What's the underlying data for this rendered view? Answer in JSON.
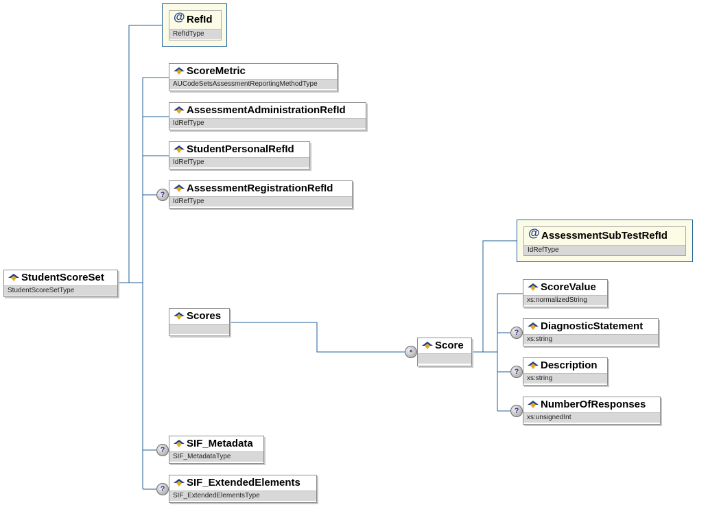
{
  "root": {
    "name": "StudentScoreSet",
    "type": "StudentScoreSetType"
  },
  "attributes": [
    {
      "name": "RefId",
      "type": "RefIdType"
    }
  ],
  "children": [
    {
      "name": "ScoreMetric",
      "type": "AUCodeSetsAssessmentReportingMethodType"
    },
    {
      "name": "AssessmentAdministrationRefId",
      "type": "IdRefType"
    },
    {
      "name": "StudentPersonalRefId",
      "type": "IdRefType"
    },
    {
      "name": "AssessmentRegistrationRefId",
      "type": "IdRefType",
      "occurrence": "?"
    },
    {
      "name": "Scores",
      "type": ""
    },
    {
      "name": "SIF_Metadata",
      "type": "SIF_MetadataType",
      "occurrence": "?"
    },
    {
      "name": "SIF_ExtendedElements",
      "type": "SIF_ExtendedElementsType",
      "occurrence": "?"
    }
  ],
  "score": {
    "name": "Score",
    "type": "",
    "occurrence": "*",
    "attributes": [
      {
        "name": "AssessmentSubTestRefId",
        "type": "IdRefType"
      }
    ],
    "children": [
      {
        "name": "ScoreValue",
        "type": "xs:normalizedString"
      },
      {
        "name": "DiagnosticStatement",
        "type": "xs:string",
        "occurrence": "?"
      },
      {
        "name": "Description",
        "type": "xs:string",
        "occurrence": "?"
      },
      {
        "name": "NumberOfResponses",
        "type": "xs:unsignedInt",
        "occurrence": "?"
      }
    ]
  },
  "icons": {
    "element": "element-icon",
    "attribute": "attribute-at-icon",
    "optional": "optional-question-icon",
    "multiple": "multiplicity-star-icon"
  },
  "colors": {
    "connector": "#1c5d96",
    "attribute_bg": "#fbfbe6",
    "type_bar": "#d8d8d8"
  }
}
